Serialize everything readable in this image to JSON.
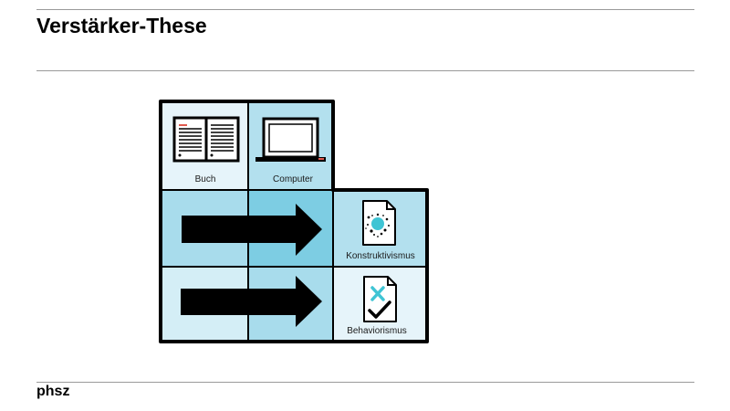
{
  "slide": {
    "title": "Verstärker-These",
    "footer_logo": "phsz"
  },
  "diagram": {
    "inputs": [
      {
        "label": "Buch",
        "icon": "book-icon"
      },
      {
        "label": "Computer",
        "icon": "laptop-icon"
      }
    ],
    "outputs": [
      {
        "label": "Konstruktivismus",
        "icon": "document-splash-icon"
      },
      {
        "label": "Behaviorismus",
        "icon": "document-check-icon"
      }
    ],
    "arrows": [
      "arrow-right-icon",
      "arrow-right-icon"
    ],
    "colors": {
      "cell_light": "#e6f4fa",
      "cell_mid": "#b3e0ee",
      "cell_arrow_left": "#a8dcec",
      "cell_arrow_right": "#7dcde3",
      "border": "#000000",
      "accent_red": "#e05a4f",
      "accent_teal": "#3fc4d4"
    }
  }
}
